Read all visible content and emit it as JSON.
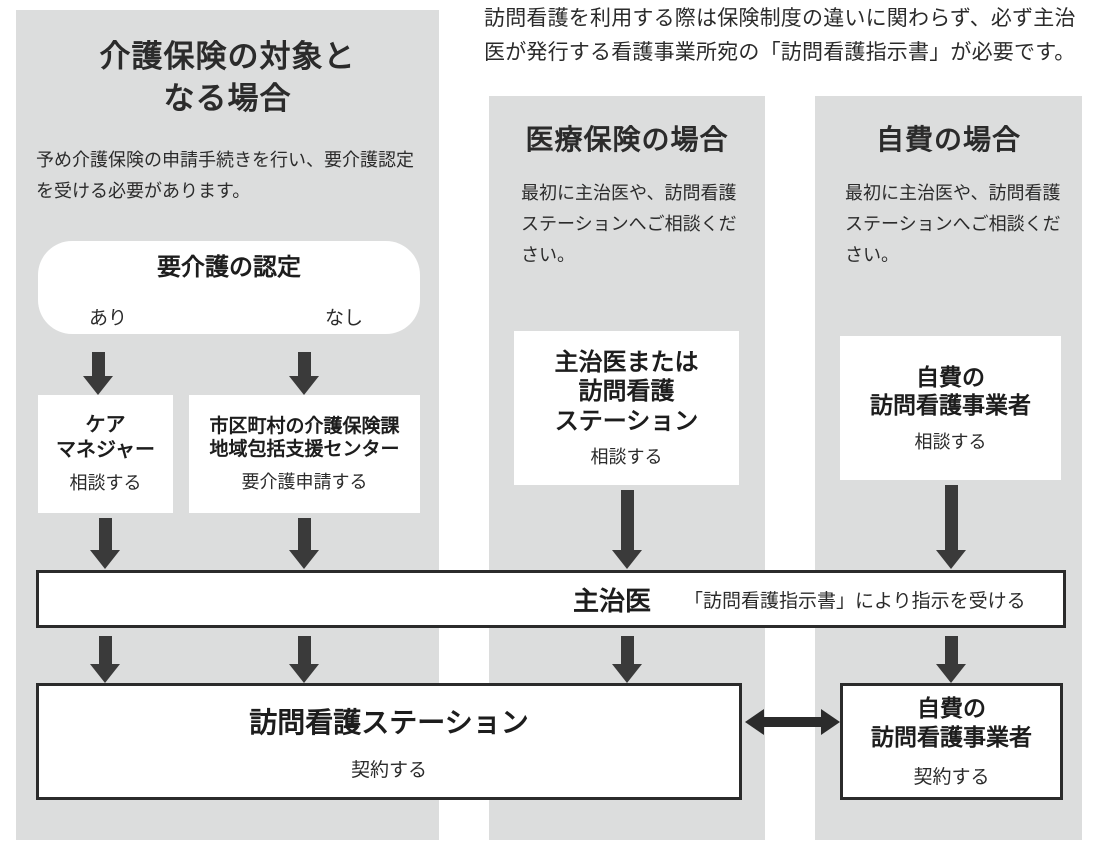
{
  "intro": {
    "text": "訪問看護を利用する際は保険制度の違いに関わらず、必ず主治医が発行する看護事業所宛の「訪問看護指示書」が必要です。"
  },
  "columns": {
    "kaigo": {
      "title": "介護保険の対象と\nなる場合",
      "title_line1": "介護保険の対象と",
      "title_line2": "なる場合",
      "description": "予め介護保険の申請手続きを行い、要介護認定を受ける必要があります。"
    },
    "iryo": {
      "title": "医療保険の場合",
      "description": "最初に主治医や、訪問看護ステーションへご相談ください。"
    },
    "jihi": {
      "title": "自費の場合",
      "description": "最初に主治医や、訪問看護ステーションへご相談ください。"
    }
  },
  "nodes": {
    "nintei": {
      "main": "要介護の認定",
      "option_yes": "あり",
      "option_no": "なし"
    },
    "care_manager": {
      "main_line1": "ケア",
      "main_line2": "マネジャー",
      "sub": "相談する"
    },
    "shikuchoson": {
      "main_line1": "市区町村の介護保険課",
      "main_line2": "地域包括支援センター",
      "sub": "要介護申請する"
    },
    "shujii_or_station": {
      "main_line1": "主治医または",
      "main_line2": "訪問看護",
      "main_line3": "ステーション",
      "sub": "相談する"
    },
    "jihi_jigyosha_top": {
      "main_line1": "自費の",
      "main_line2": "訪問看護事業者",
      "sub": "相談する"
    },
    "shujii_bar": {
      "main": "主治医",
      "sub": "「訪問看護指示書」により指示を受ける"
    },
    "station_bar": {
      "main": "訪問看護ステーション",
      "sub": "契約する"
    },
    "jihi_jigyosha_bottom": {
      "main_line1": "自費の",
      "main_line2": "訪問看護事業者",
      "sub": "契約する"
    }
  },
  "colors": {
    "panel_background": "#dcdddd",
    "node_background": "#ffffff",
    "arrow": "#3a3a3a",
    "border": "#2b2b2b",
    "text": "#2b2b2b",
    "canvas": "#ffffff"
  }
}
